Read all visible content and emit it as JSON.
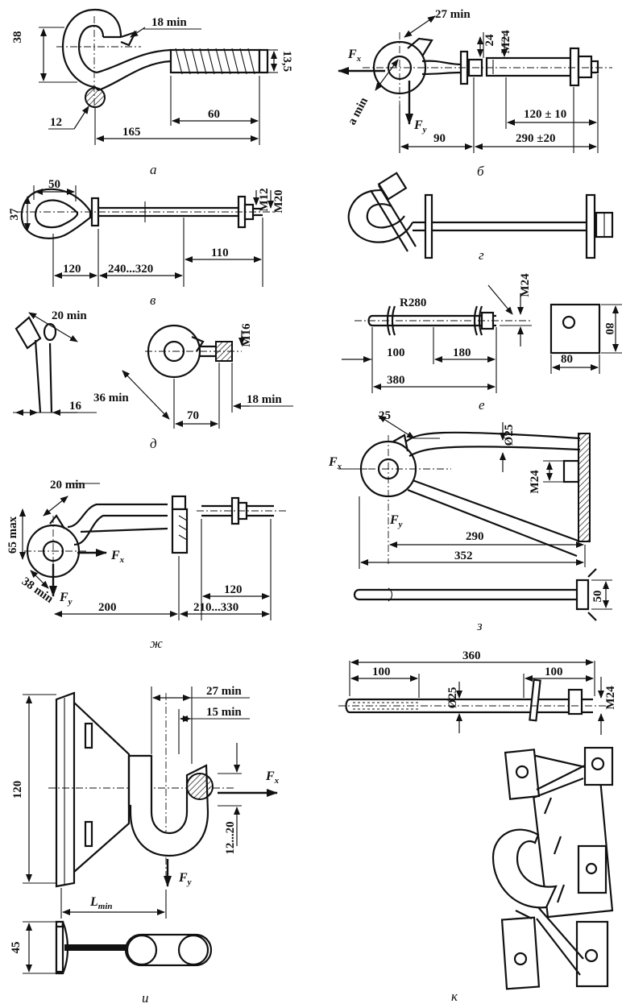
{
  "figures": {
    "a": {
      "caption": "а",
      "dims": [
        "38",
        "18 min",
        "13,5",
        "12",
        "165",
        "60"
      ]
    },
    "b": {
      "caption": "б",
      "dims": [
        "27 min",
        "24",
        "M24",
        "a min",
        "120 ± 10",
        "90",
        "290 ±20"
      ],
      "forces": [
        "F",
        "F"
      ],
      "force_subs": [
        "x",
        "y"
      ]
    },
    "v": {
      "caption": "в",
      "dims": [
        "50",
        "37",
        "M12",
        "M20",
        "120",
        "240...320",
        "110"
      ]
    },
    "g": {
      "caption": "г"
    },
    "d": {
      "caption": "д",
      "dims": [
        "20 min",
        "16",
        "M16",
        "36 min",
        "70",
        "18 min"
      ]
    },
    "e": {
      "caption": "е",
      "dims": [
        "R280",
        "M24",
        "100",
        "180",
        "380",
        "80",
        "80"
      ]
    },
    "zh": {
      "caption": "ж",
      "dims": [
        "20 min",
        "65 max",
        "38 min",
        "120",
        "200",
        "210...330"
      ],
      "forces": [
        "F",
        "F"
      ],
      "force_subs": [
        "x",
        "y"
      ]
    },
    "z": {
      "caption": "з",
      "dims": [
        "25",
        "Ø25",
        "M24",
        "290",
        "352",
        "50"
      ],
      "forces": [
        "F",
        "F"
      ],
      "force_subs": [
        "x",
        "y"
      ]
    },
    "i": {
      "caption": "и",
      "dims": [
        "27 min",
        "15 min",
        "120",
        "12...20",
        "45"
      ],
      "lmin": [
        "L",
        "min"
      ],
      "forces": [
        "F",
        "F"
      ],
      "force_subs": [
        "x",
        "y"
      ]
    },
    "k": {
      "caption": "к",
      "dims": [
        "360",
        "100",
        "100",
        "Ø25",
        "M24"
      ]
    }
  }
}
